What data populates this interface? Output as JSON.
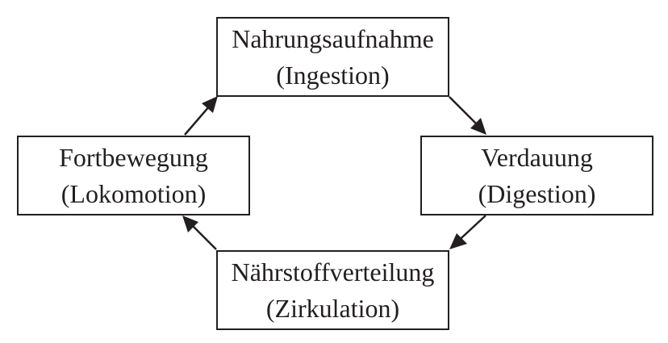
{
  "diagram": {
    "nodes": [
      {
        "id": "ingestion",
        "line1": "Nahrungsaufnahme",
        "line2": "(Ingestion)"
      },
      {
        "id": "digestion",
        "line1": "Verdauung",
        "line2": "(Digestion)"
      },
      {
        "id": "circulation",
        "line1": "Nährstoffverteilung",
        "line2": "(Zirkulation)"
      },
      {
        "id": "locomotion",
        "line1": "Fortbewegung",
        "line2": "(Lokomotion)"
      }
    ],
    "edges": [
      {
        "from": "ingestion",
        "to": "digestion"
      },
      {
        "from": "digestion",
        "to": "circulation"
      },
      {
        "from": "circulation",
        "to": "locomotion"
      },
      {
        "from": "locomotion",
        "to": "ingestion"
      }
    ],
    "colors": {
      "stroke": "#231f20",
      "background": "#ffffff"
    }
  }
}
